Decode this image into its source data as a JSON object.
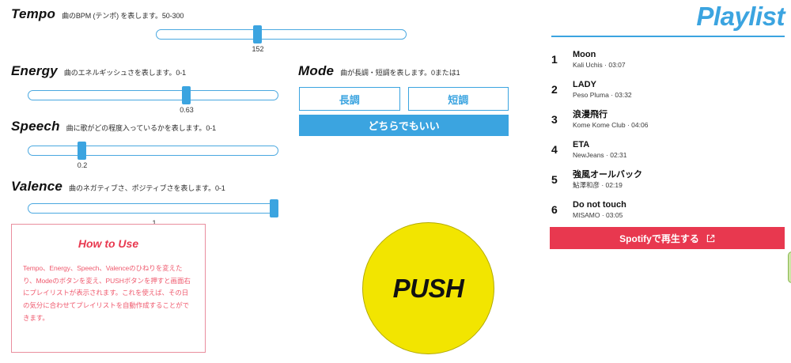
{
  "controls": {
    "tempo": {
      "title": "Tempo",
      "desc": "曲のBPM (テンポ) を表します。50-300",
      "value": "152",
      "min": 50,
      "max": 300,
      "percent": 40.8
    },
    "energy": {
      "title": "Energy",
      "desc": "曲のエネルギッシュさを表します。0-1",
      "value": "0.63",
      "min": 0,
      "max": 1,
      "percent": 63
    },
    "speech": {
      "title": "Speech",
      "desc": "曲に歌がどの程度入っているかを表します。0-1",
      "value": "0.2",
      "min": 0,
      "max": 1,
      "percent": 20
    },
    "valence": {
      "title": "Valence",
      "desc": "曲のネガティブさ、ポジティブさを表します。0-1",
      "value": "1",
      "min": 0,
      "max": 1,
      "percent": 100
    },
    "mode": {
      "title": "Mode",
      "desc": "曲が長調・短調を表します。0または1",
      "major_label": "長調",
      "minor_label": "短調",
      "any_label": "どちらでもいい"
    }
  },
  "howto": {
    "title": "How to Use",
    "body": "Tempo、Energy、Speech、Valenceのひねりを変えたり、Modeのボタンを変え、PUSHボタンを押すと画面右にプレイリストが表示されます。これを使えば、その日の気分に合わせてプレイリストを自動作成することができます。"
  },
  "push": {
    "label": "PUSH"
  },
  "playlist": {
    "title": "Playlist",
    "tracks": [
      {
        "num": "1",
        "name": "Moon",
        "meta": "Kali Uchis · 03:07"
      },
      {
        "num": "2",
        "name": "LADY",
        "meta": "Peso Pluma · 03:32"
      },
      {
        "num": "3",
        "name": "浪漫飛行",
        "meta": "Kome Kome Club · 04:06"
      },
      {
        "num": "4",
        "name": "ETA",
        "meta": "NewJeans · 02:31"
      },
      {
        "num": "5",
        "name": "強風オールバック",
        "meta": "鮎澤和彦 · 02:19"
      },
      {
        "num": "6",
        "name": "Do not touch",
        "meta": "MISAMO · 03:05"
      }
    ],
    "spotify_label": "Spotifyで再生する",
    "spotify_icon": "external-link-icon"
  },
  "colors": {
    "accent_blue": "#3ba4e0",
    "red": "#e8384f",
    "yellow": "#f2e500",
    "howto_pink": "#ef5a6e",
    "green": "#cfe5a8"
  }
}
